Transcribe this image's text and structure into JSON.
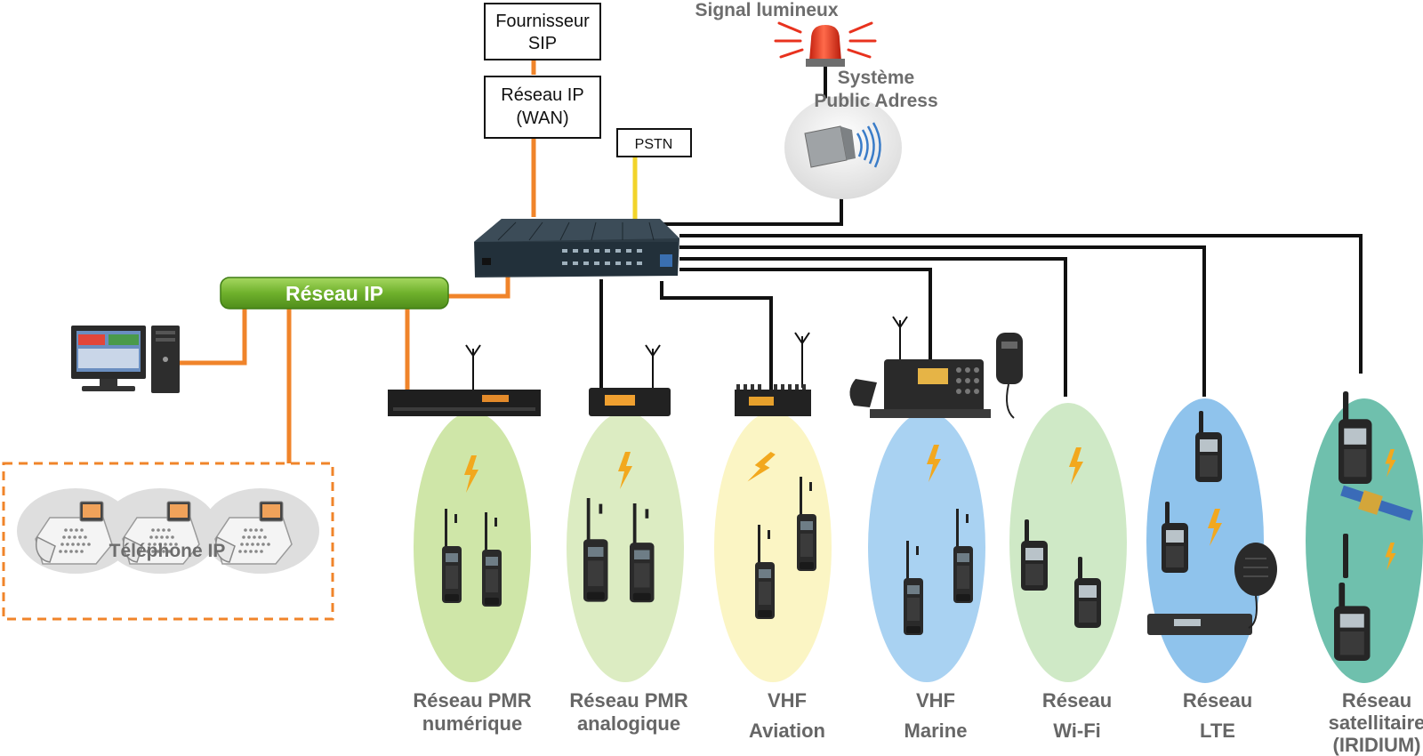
{
  "nodes": {
    "sip_provider": [
      "Fournisseur",
      "SIP"
    ],
    "ip_wan": [
      "Réseau IP",
      "(WAN)"
    ],
    "pstn": "PSTN",
    "signal": "Signal lumineux",
    "public_address": [
      "Système",
      "Public Adress"
    ],
    "ip_network": "Réseau IP",
    "ip_phone": "Téléphone IP"
  },
  "networks": [
    {
      "label": [
        "Réseau PMR",
        "numérique"
      ],
      "color": "#cfe6a8"
    },
    {
      "label": [
        "Réseau PMR",
        "analogique"
      ],
      "color": "#dcecc2"
    },
    {
      "label": [
        "VHF",
        "Aviation"
      ],
      "color": "#fbf5c4"
    },
    {
      "label": [
        "VHF",
        "Marine"
      ],
      "color": "#a9d2f2"
    },
    {
      "label": [
        "Réseau",
        "Wi-Fi"
      ],
      "color": "#cfe9c6"
    },
    {
      "label": [
        "Réseau",
        "LTE"
      ],
      "color": "#8fc3ec"
    },
    {
      "label": [
        "Réseau",
        "satellitaire",
        "(IRIDIUM)"
      ],
      "color": "#6fc0ad"
    }
  ],
  "colors": {
    "ip_link": "#f0842a",
    "pstn_link": "#f2d42a",
    "radio_link": "#111111",
    "ip_network_fill": "#78b832",
    "phone_group_border": "#f0842a",
    "beacon": "#e8321e",
    "lightning": "#f2a81e"
  }
}
